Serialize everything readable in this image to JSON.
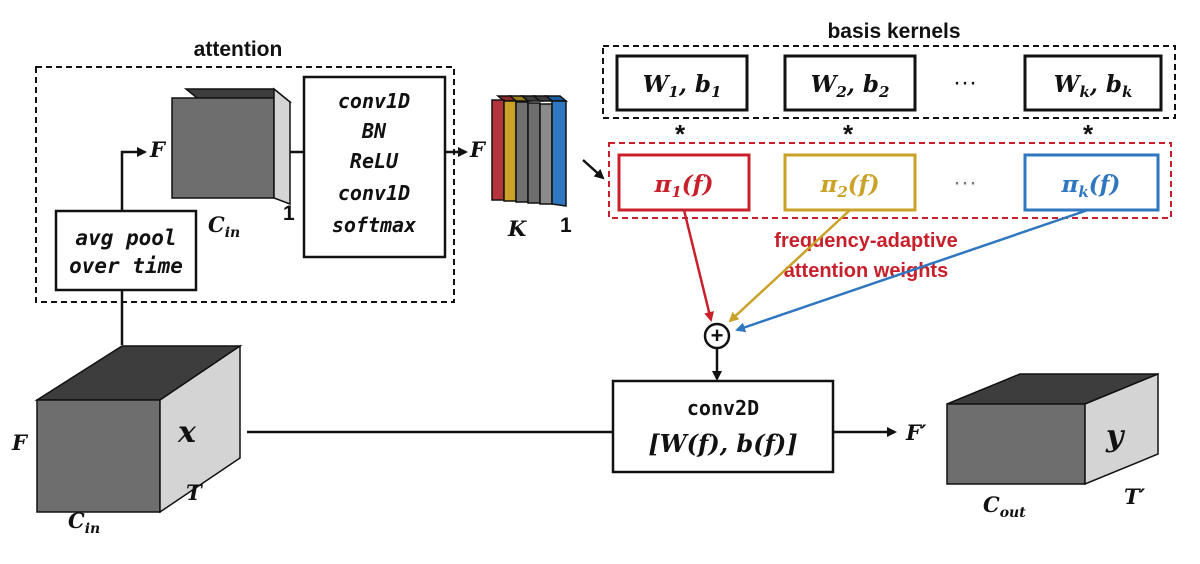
{
  "colors": {
    "red": "#c8202a",
    "gold": "#c9a227",
    "blue": "#2f77c0",
    "cube_front": "#6e6e6e",
    "cube_top": "#3d3d3d",
    "cube_side": "#d4d4d4",
    "black": "#111111"
  },
  "attention": {
    "title": "attention",
    "avgpool_line1": "avg pool",
    "avgpool_line2": "over time",
    "F_label": "F",
    "small_cube_C": "C",
    "small_cube_C_sub": "in",
    "small_cube_one": "1",
    "stack_lines": [
      "conv1D",
      "BN",
      "ReLU",
      "conv1D",
      "softmax"
    ],
    "F_out_label": "F",
    "stack_K": "K",
    "stack_one": "1"
  },
  "basis": {
    "title": "basis kernels",
    "kernels": [
      {
        "w": "W",
        "w_sub": "1",
        "b": "b",
        "b_sub": "1"
      },
      {
        "w": "W",
        "w_sub": "2",
        "b": "b",
        "b_sub": "2"
      },
      {
        "w": "W",
        "w_sub": "k",
        "b": "b",
        "b_sub": "k"
      }
    ],
    "dots": "···",
    "star": "*"
  },
  "weights": {
    "items": [
      {
        "pi": "π",
        "sub": "1",
        "arg": "(f)",
        "color": "red"
      },
      {
        "pi": "π",
        "sub": "2",
        "arg": "(f)",
        "color": "gold"
      },
      {
        "pi": "π",
        "sub": "k",
        "arg": "(f)",
        "color": "blue"
      }
    ],
    "dots": "···",
    "label_line1": "frequency-adaptive",
    "label_line2": "attention weights"
  },
  "sum_symbol": "+",
  "conv2d": {
    "line1": "conv2D",
    "line2": "[W(f), b(f)]"
  },
  "input_cube": {
    "x": "x",
    "F": "F",
    "T": "T",
    "C": "C",
    "C_sub": "in"
  },
  "output_cube": {
    "y": "y",
    "F": "F′",
    "T": "T′",
    "C": "C",
    "C_sub": "out"
  }
}
